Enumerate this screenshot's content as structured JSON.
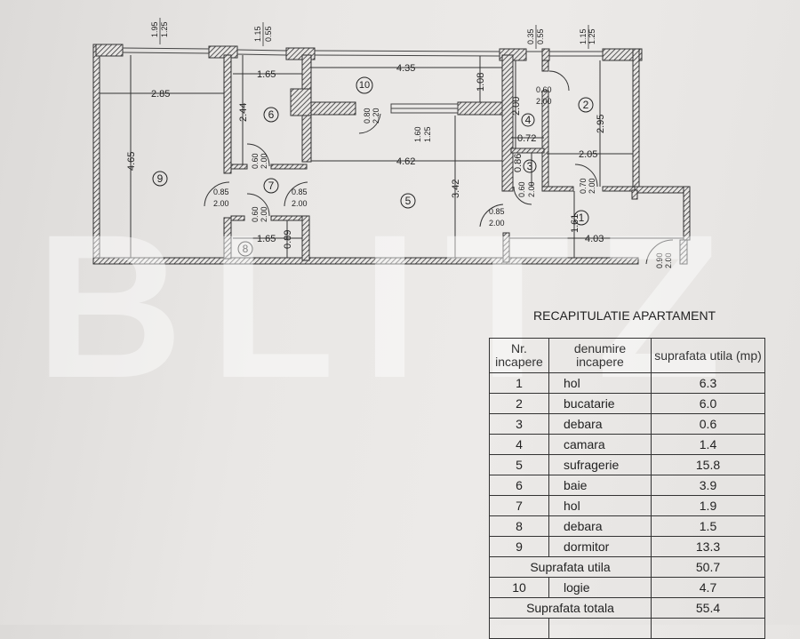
{
  "plan": {
    "rooms": [
      "1",
      "2",
      "3",
      "4",
      "5",
      "6",
      "7",
      "8",
      "9",
      "10"
    ],
    "dimensions": {
      "d_2_85": "2.85",
      "d_4_65": "4.65",
      "d_1_65_top": "1.65",
      "d_2_44": "2.44",
      "d_1_65_bottom": "1.65",
      "d_0_89": "0.89",
      "d_4_35": "4.35",
      "d_1_08": "1.08",
      "d_4_62": "4.62",
      "d_3_42": "3.42",
      "d_2_00": "2.00",
      "d_0_72": "0.72",
      "d_0_86": "0.86",
      "d_2_95": "2.95",
      "d_2_05": "2.05",
      "d_1_61": "1.61",
      "d_4_03": "4.03"
    },
    "openings": {
      "w1_top": "1.95",
      "w1_bot": "1.25",
      "w2_top": "1.15",
      "w2_bot": "0.55",
      "w3_top": "0.35",
      "w3_bot": "0.55",
      "w4_top": "1.15",
      "w4_bot": "1.25",
      "door6_top": "0.60",
      "door6_bot": "2.00",
      "door9_top": "0.85",
      "door9_bot": "2.00",
      "door5a_top": "0.85",
      "door5a_bot": "2.00",
      "door8_top": "0.60",
      "door8_bot": "2.00",
      "door10_top": "0.80",
      "door10_bot": "2.20",
      "win10_top": "1.60",
      "win10_bot": "1.25",
      "door4_top": "0.60",
      "door4_bot": "2.00",
      "door3_top": "0.60",
      "door3_bot": "2.00",
      "door2_top": "0.70",
      "door2_bot": "2.00",
      "door5b_top": "0.85",
      "door5b_bot": "2.00",
      "entry_top": "0.90",
      "entry_bot": "2.00"
    }
  },
  "watermark": "BLITZ",
  "recap": {
    "title": "RECAPITULATIE APARTAMENT",
    "headers": [
      "Nr. incapere",
      "denumire incapere",
      "suprafata utila (mp)"
    ],
    "rows": [
      {
        "nr": "1",
        "name": "hol",
        "area": "6.3"
      },
      {
        "nr": "2",
        "name": "bucatarie",
        "area": "6.0"
      },
      {
        "nr": "3",
        "name": "debara",
        "area": "0.6"
      },
      {
        "nr": "4",
        "name": "camara",
        "area": "1.4"
      },
      {
        "nr": "5",
        "name": "sufragerie",
        "area": "15.8"
      },
      {
        "nr": "6",
        "name": "baie",
        "area": "3.9"
      },
      {
        "nr": "7",
        "name": "hol",
        "area": "1.9"
      },
      {
        "nr": "8",
        "name": "debara",
        "area": "1.5"
      },
      {
        "nr": "9",
        "name": "dormitor",
        "area": "13.3"
      }
    ],
    "useful_label": "Suprafata utila",
    "useful_value": "50.7",
    "loggia": {
      "nr": "10",
      "name": "logie",
      "area": "4.7"
    },
    "total_label": "Suprafata totala",
    "total_value": "55.4"
  }
}
